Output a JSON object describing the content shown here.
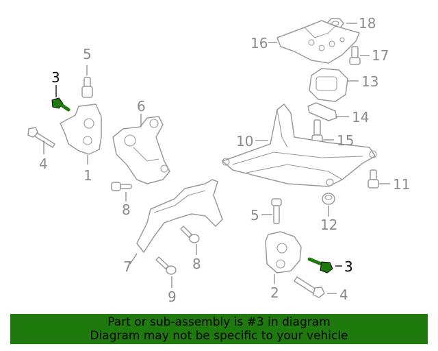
{
  "callouts": {
    "c1": "1",
    "c2": "2",
    "c3a": "3",
    "c3b": "3",
    "c4a": "4",
    "c4b": "4",
    "c5a": "5",
    "c5b": "5",
    "c6": "6",
    "c7": "7",
    "c8a": "8",
    "c8b": "8",
    "c9": "9",
    "c10": "10",
    "c11": "11",
    "c12": "12",
    "c13": "13",
    "c14": "14",
    "c15": "15",
    "c16": "16",
    "c17": "17",
    "c18": "18"
  },
  "colors": {
    "highlight_part": "#1e7a0d",
    "banner_background": "#1e7a0d",
    "part_lines": "#9a9a9a"
  },
  "banner": {
    "line1": "Part or sub-assembly is #3 in diagram",
    "line2": "Diagram may not be specific to your vehicle"
  }
}
